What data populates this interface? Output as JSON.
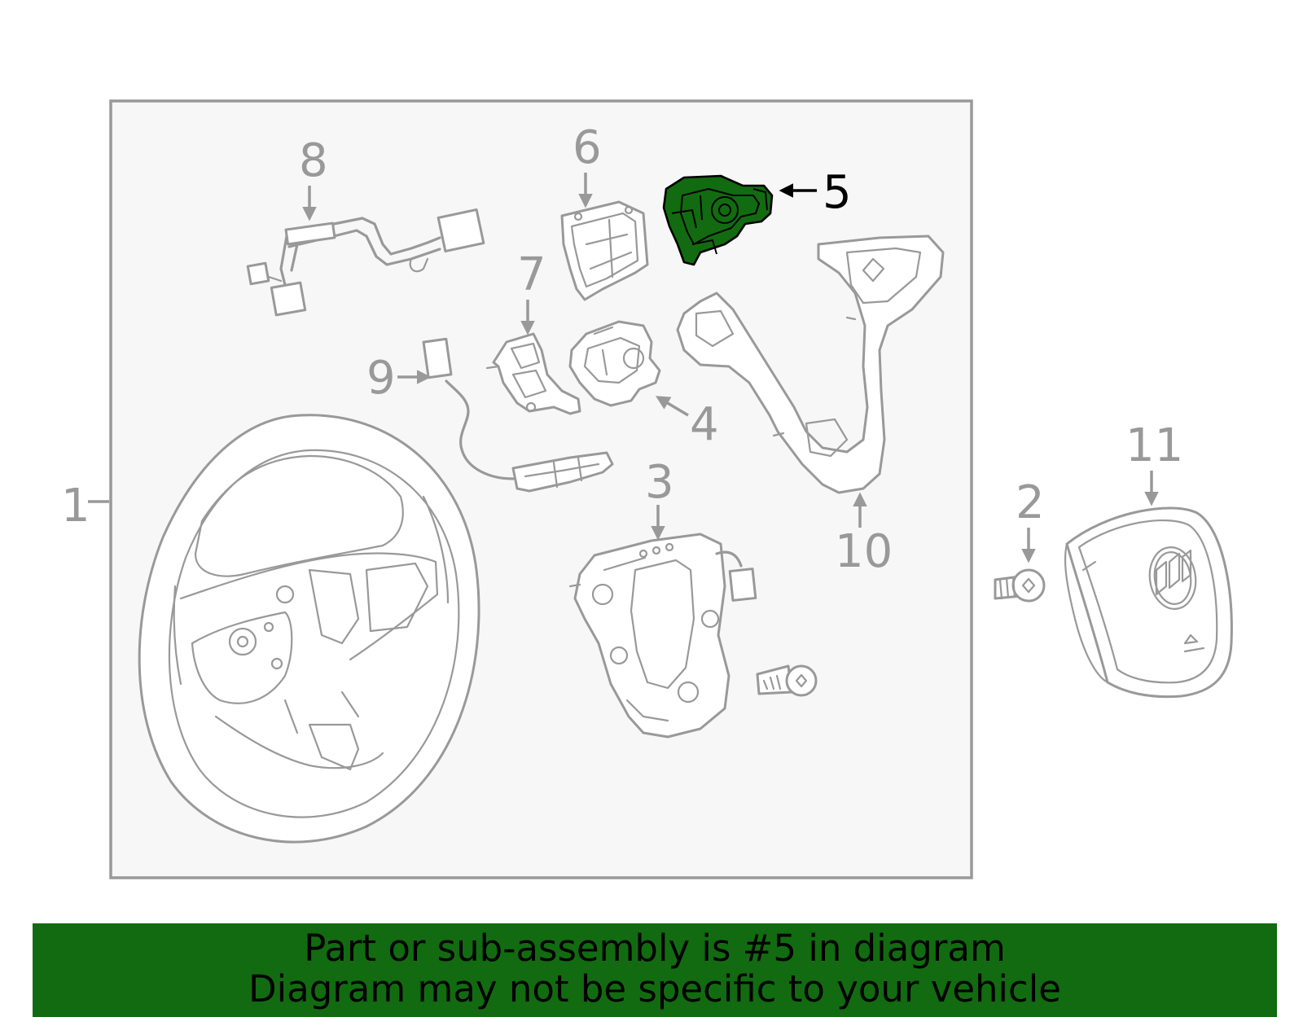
{
  "diagram": {
    "highlighted_part": "5",
    "colors": {
      "highlight_fill": "#126b10",
      "line_color": "#999999",
      "panel_fill": "#f7f7f7",
      "banner_fill": "#126b10"
    },
    "callouts": {
      "c1": "1",
      "c2": "2",
      "c3": "3",
      "c4": "4",
      "c5": "5",
      "c6": "6",
      "c7": "7",
      "c8": "8",
      "c9": "9",
      "c10": "10",
      "c11": "11"
    },
    "icons": [
      "buick-logo-icon",
      "screw-icon",
      "bolt-icon"
    ]
  },
  "banner": {
    "line1": "Part or sub-assembly is #5 in diagram",
    "line2": "Diagram may not be specific to your vehicle"
  }
}
